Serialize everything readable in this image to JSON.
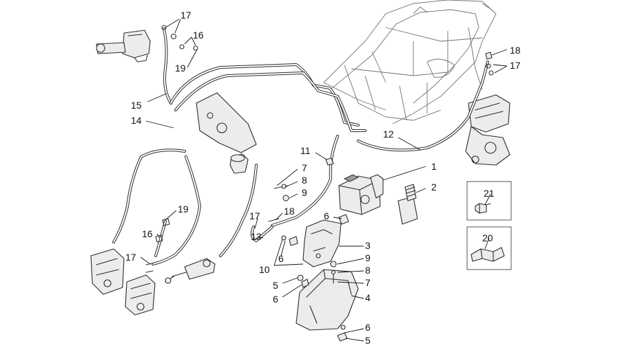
{
  "callouts": [
    {
      "id": "c17a",
      "text": "17"
    },
    {
      "id": "c16a",
      "text": "16"
    },
    {
      "id": "c19a",
      "text": "19"
    },
    {
      "id": "c18a",
      "text": "18"
    },
    {
      "id": "c17b",
      "text": "17"
    },
    {
      "id": "c15",
      "text": "15"
    },
    {
      "id": "c14",
      "text": "14"
    },
    {
      "id": "c12",
      "text": "12"
    },
    {
      "id": "c11",
      "text": "11"
    },
    {
      "id": "c1",
      "text": "1"
    },
    {
      "id": "c7a",
      "text": "7"
    },
    {
      "id": "c8a",
      "text": "8"
    },
    {
      "id": "c9a",
      "text": "9"
    },
    {
      "id": "c2",
      "text": "2"
    },
    {
      "id": "c19b",
      "text": "19"
    },
    {
      "id": "c18b",
      "text": "18"
    },
    {
      "id": "c17c",
      "text": "17"
    },
    {
      "id": "c6a",
      "text": "6"
    },
    {
      "id": "c16b",
      "text": "16"
    },
    {
      "id": "c13",
      "text": "13"
    },
    {
      "id": "c6b",
      "text": "6"
    },
    {
      "id": "c3",
      "text": "3"
    },
    {
      "id": "c17d",
      "text": "17"
    },
    {
      "id": "c10",
      "text": "10"
    },
    {
      "id": "c9b",
      "text": "9"
    },
    {
      "id": "c8b",
      "text": "8"
    },
    {
      "id": "c5a",
      "text": "5"
    },
    {
      "id": "c7b",
      "text": "7"
    },
    {
      "id": "c6c",
      "text": "6"
    },
    {
      "id": "c4",
      "text": "4"
    },
    {
      "id": "c6d",
      "text": "6"
    },
    {
      "id": "c5b",
      "text": "5"
    },
    {
      "id": "c21",
      "text": "21"
    },
    {
      "id": "c20",
      "text": "20"
    }
  ]
}
